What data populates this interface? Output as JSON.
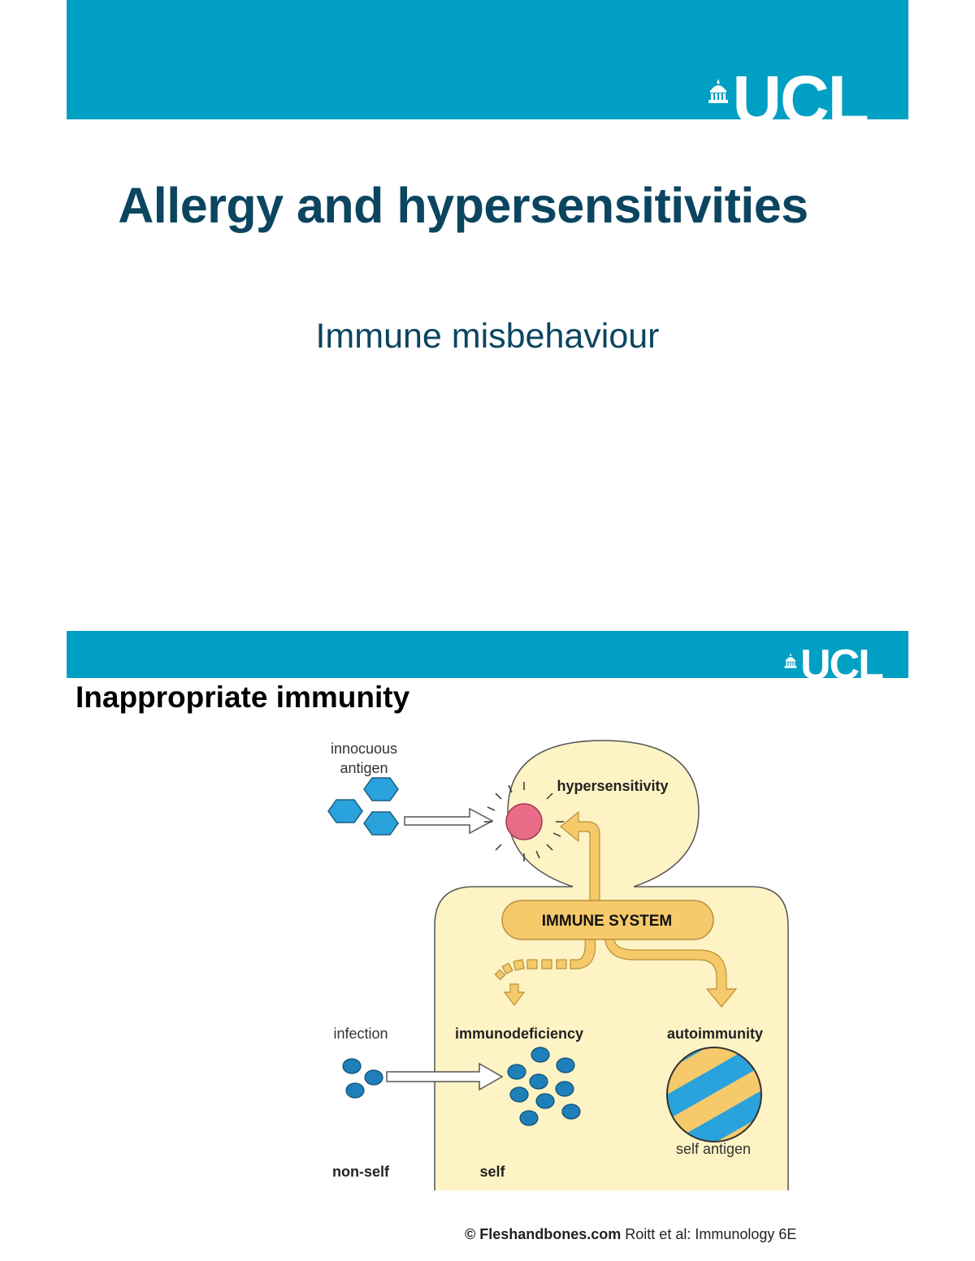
{
  "slide1": {
    "logo": "UCL",
    "title": "Allergy and hypersensitivities",
    "subtitle": "Immune misbehaviour"
  },
  "slide2": {
    "logo": "UCL",
    "heading": "Inappropriate immunity",
    "figure": {
      "innocuous_antigen_line1": "innocuous",
      "innocuous_antigen_line2": "antigen",
      "hypersensitivity": "hypersensitivity",
      "immune_system": "IMMUNE SYSTEM",
      "infection": "infection",
      "immunodeficiency": "immunodeficiency",
      "autoimmunity": "autoimmunity",
      "self_antigen": "self antigen",
      "non_self": "non-self",
      "self": "self",
      "colors": {
        "body_fill": "#fdf3c4",
        "arrow_fill": "#f6c96b",
        "blue": "#2196c9",
        "pink": "#e96c86"
      }
    },
    "credit": {
      "brand": "© Fleshandbones.com",
      "source": " Roitt et al: Immunology 6E"
    }
  }
}
